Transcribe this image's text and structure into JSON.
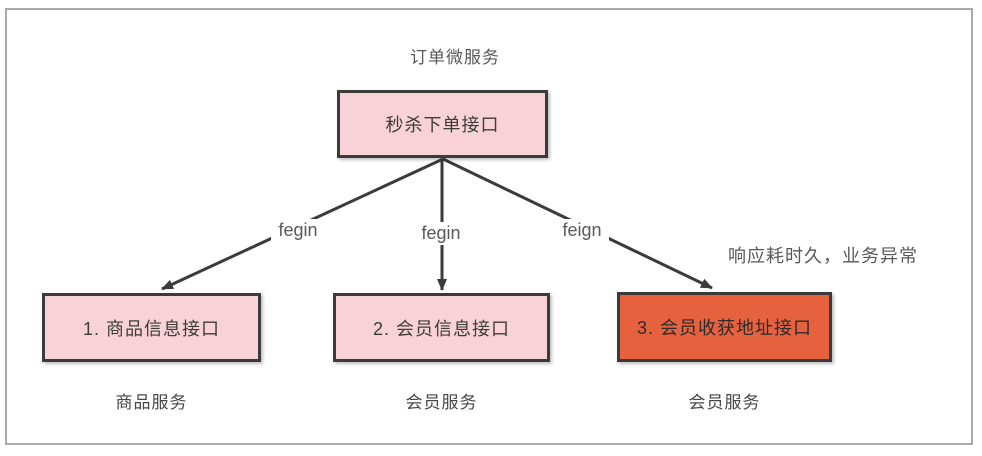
{
  "diagram": {
    "title": "订单微服务",
    "root_node": {
      "label": "秒杀下单接口",
      "fill": "#f8d2d6"
    },
    "edges": [
      {
        "label": "fegin"
      },
      {
        "label": "fegin"
      },
      {
        "label": "feign"
      }
    ],
    "annotation": "响应耗时久，业务异常",
    "nodes": [
      {
        "label": "1. 商品信息接口",
        "service": "商品服务",
        "fill": "#f8d2d6"
      },
      {
        "label": "2. 会员信息接口",
        "service": "会员服务",
        "fill": "#f8d2d6"
      },
      {
        "label": "3. 会员收获地址接口",
        "service": "会员服务",
        "fill": "#e6613e"
      }
    ],
    "colors": {
      "node_border": "#3b3b3b",
      "arrow": "#3b3b3b",
      "muted_text": "#595959",
      "frame_border": "#aaaaaa"
    }
  }
}
